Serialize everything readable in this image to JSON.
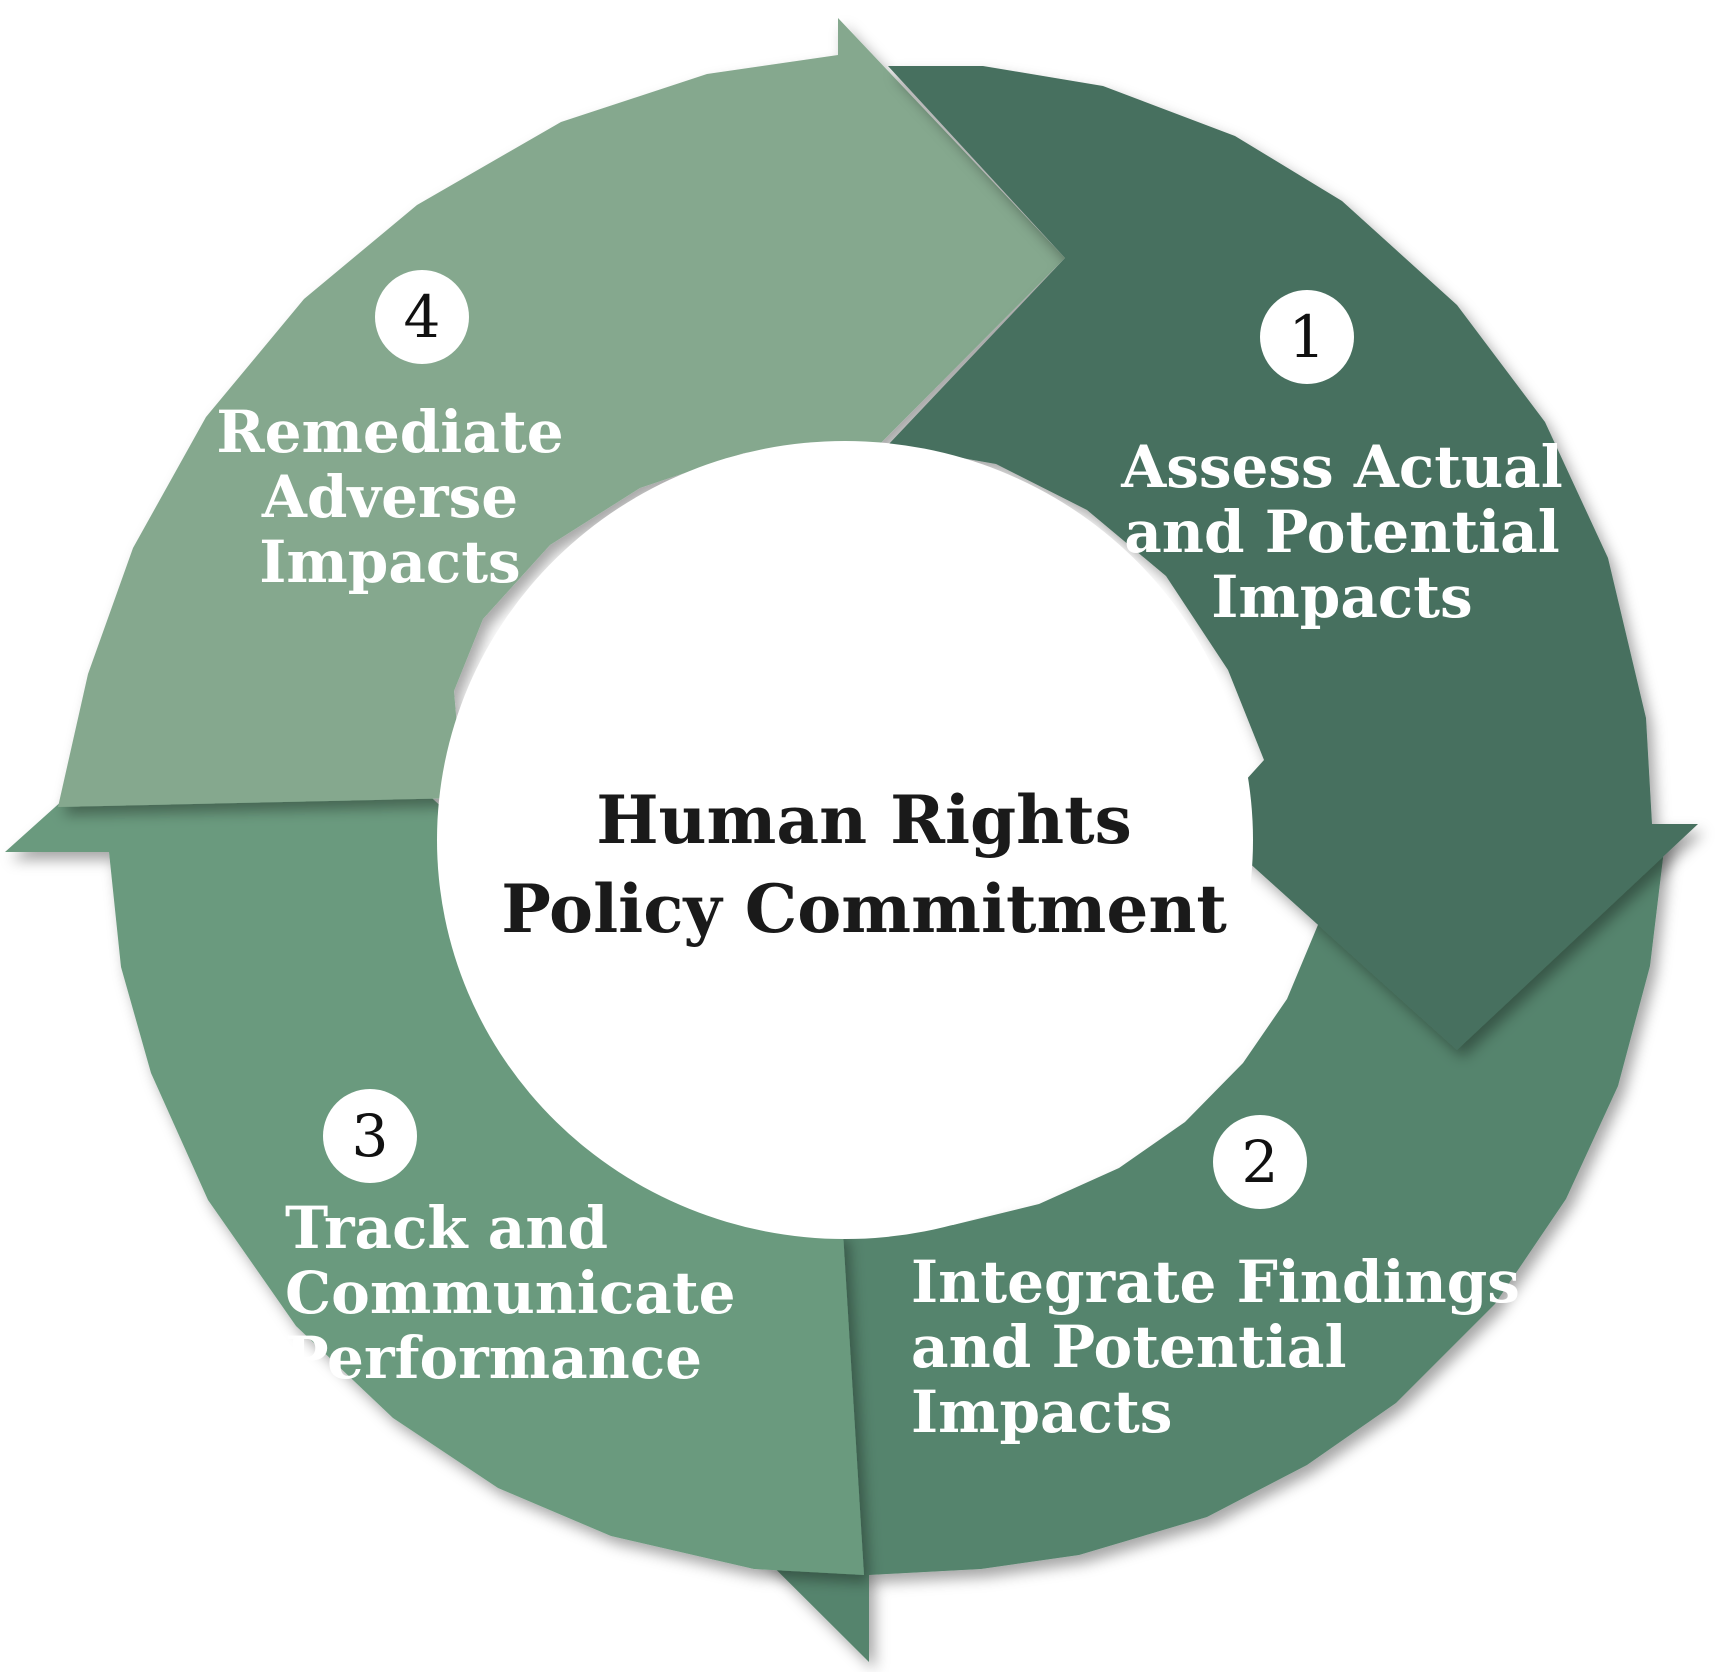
{
  "center": {
    "line1": "Human Rights",
    "line2": "Policy Commitment"
  },
  "steps": [
    {
      "number": "1",
      "lines": [
        "Assess Actual",
        "and Potential",
        "Impacts"
      ],
      "color": "#476f5f"
    },
    {
      "number": "2",
      "lines": [
        "Integrate Findings",
        "and Potential",
        "Impacts"
      ],
      "color": "#55846d"
    },
    {
      "number": "3",
      "lines": [
        "Track and",
        "Communicate",
        "Performance"
      ],
      "color": "#6a9a7e"
    },
    {
      "number": "4",
      "lines": [
        "Remediate",
        "Adverse",
        "Impacts"
      ],
      "color": "#85a88e"
    }
  ]
}
